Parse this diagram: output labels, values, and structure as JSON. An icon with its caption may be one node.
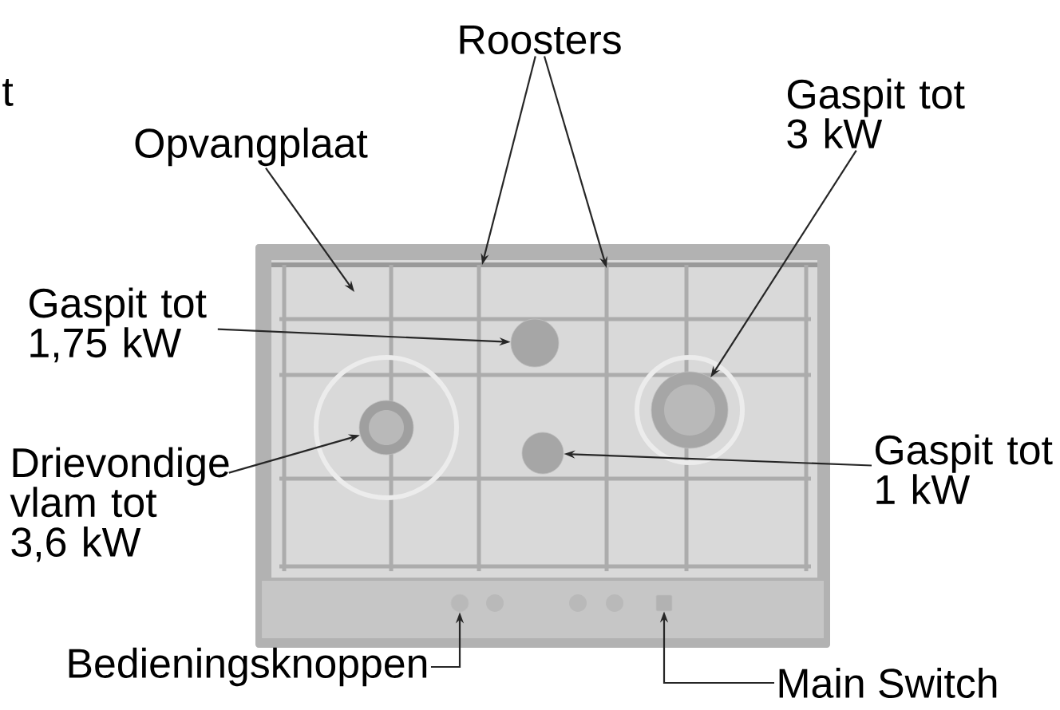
{
  "diagram": {
    "nodes": [
      {
        "text": [
          "Roosters"
        ]
      },
      {
        "text": [
          "Opvangplaat"
        ]
      },
      {
        "text": [
          "Gaspit tot 3 kW"
        ]
      },
      {
        "text": [
          "Gaspit tot 1,75 kW"
        ]
      },
      {
        "text": [
          "Drievondige vlam tot 3,6 kW"
        ]
      },
      {
        "text": [
          "Gaspit tot 1 kW"
        ]
      },
      {
        "text": [
          "Bedieningsknoppen"
        ]
      },
      {
        "text": [
          "Main Switch"
        ]
      },
      {
        "text": [],
        "shape": "circle"
      },
      {
        "text": [],
        "shape": "circle"
      },
      {
        "text": [],
        "shape": "circle"
      },
      {
        "text": [],
        "shape": "circle"
      },
      {
        "text": [],
        "shape": "circle"
      },
      {
        "text": [],
        "shape": "box"
      }
    ],
    "edges": [
      {
        "from": 0,
        "to": null,
        "arrow": "to"
      },
      {
        "from": 0,
        "to": null,
        "arrow": "to"
      },
      {
        "from": 1,
        "to": null,
        "arrow": "to"
      },
      {
        "from": 2,
        "to": 9,
        "arrow": "to"
      },
      {
        "from": 3,
        "to": 8,
        "arrow": "to"
      },
      {
        "from": 4,
        "to": 10,
        "arrow": "to"
      },
      {
        "from": 5,
        "to": 11,
        "arrow": "to"
      },
      {
        "from": 6,
        "to": 12,
        "arrow": "to"
      },
      {
        "from": 7,
        "to": 13,
        "arrow": "to"
      }
    ],
    "labels": [
      "t"
    ]
  }
}
